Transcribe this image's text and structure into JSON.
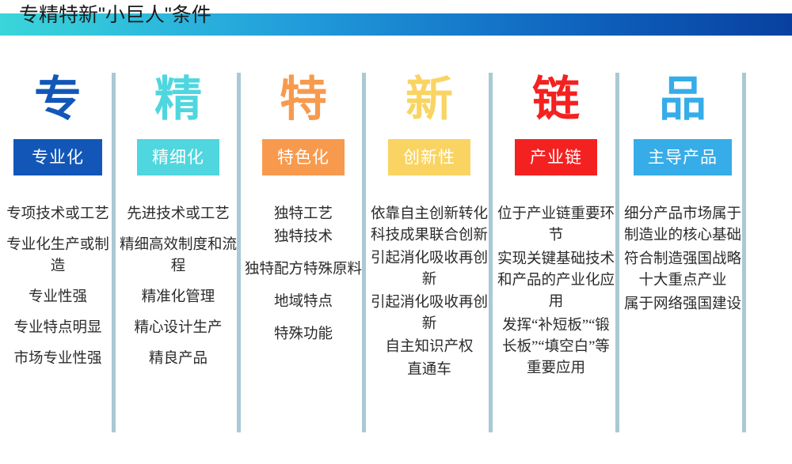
{
  "header": {
    "title": "专精特新\"小巨人\"条件",
    "gradient_from": "#3ad6d9",
    "gradient_to": "#09409f"
  },
  "columns": [
    {
      "char": "专",
      "char_color": "#1257b8",
      "badge_label": "专业化",
      "badge_color": "#1257b8",
      "items": [
        "专项技术或工艺",
        "专业化生产或制造",
        "专业性强",
        "专业特点明显",
        "市场专业性强"
      ]
    },
    {
      "char": "精",
      "char_color": "#4fd6de",
      "badge_label": "精细化",
      "badge_color": "#4fd6de",
      "items": [
        "先进技术或工艺",
        "精细高效制度和流程",
        "精准化管理",
        "精心设计生产",
        "精良产品"
      ]
    },
    {
      "char": "特",
      "char_color": "#f79a4e",
      "badge_label": "特色化",
      "badge_color": "#f79a4e",
      "items": [
        "独特工艺",
        "独特技术",
        "独特配方特殊原料",
        "地域特点",
        "特殊功能"
      ]
    },
    {
      "char": "新",
      "char_color": "#fad462",
      "badge_label": "创新性",
      "badge_color": "#fad462",
      "items": [
        "依靠自主创新转化科技成果联合创新",
        "引起消化吸收再创新",
        "引起消化吸收再创新",
        "自主知识产权",
        "直通车"
      ]
    },
    {
      "char": "链",
      "char_color": "#f42121",
      "badge_label": "产业链",
      "badge_color": "#f42121",
      "items": [
        "位于产业链重要环节",
        "实现关键基础技术和产品的产业化应用",
        "发挥“补短板”“锻长板”“填空白”等重要应用"
      ]
    },
    {
      "char": "品",
      "char_color": "#36ace8",
      "badge_label": "主导产品",
      "badge_color": "#36ace8",
      "items": [
        "细分产品市场属于制造业的核心基础",
        "符合制造强国战略十大重点产业",
        "属于网络强国建设"
      ]
    }
  ],
  "divider_color": "#a9c9d4"
}
